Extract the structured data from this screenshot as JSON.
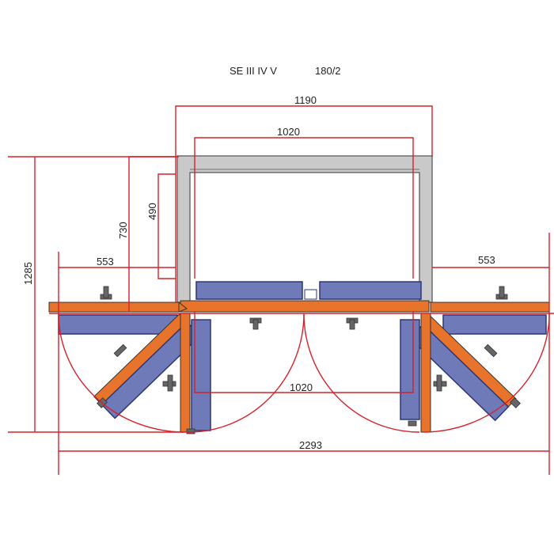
{
  "title": {
    "model": "SE  III  IV   V",
    "code": "180/2"
  },
  "dimensions": {
    "outer_width": "1190",
    "inner_width_top": "1020",
    "inner_width_bottom": "1020",
    "wing_left": "553",
    "wing_right": "553",
    "height_490": "490",
    "height_730": "730",
    "height_1285": "1285",
    "total_width": "2293"
  },
  "colors": {
    "dimension": "#d8202a",
    "frame": "#8c8c8c",
    "frame_fill": "#c9c9c9",
    "beam": "#e8742c",
    "panel": "#6f7bb8",
    "panel_edge": "#2d3576",
    "bolt": "#555555"
  }
}
